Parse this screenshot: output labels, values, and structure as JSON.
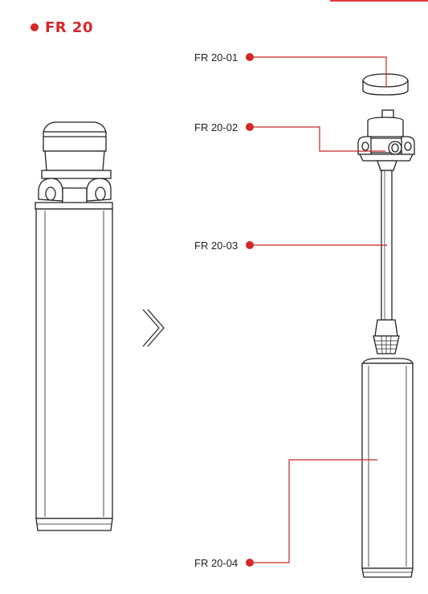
{
  "header": {
    "title": "FR 20"
  },
  "parts": [
    {
      "code": "FR 20-01"
    },
    {
      "code": "FR 20-02"
    },
    {
      "code": "FR 20-03"
    },
    {
      "code": "FR 20-04"
    }
  ],
  "colors": {
    "accent": "#d7262b",
    "line": "#c8262b",
    "drawing": "#222222"
  },
  "icons": {
    "arrow": "double-chevron-right-icon"
  }
}
